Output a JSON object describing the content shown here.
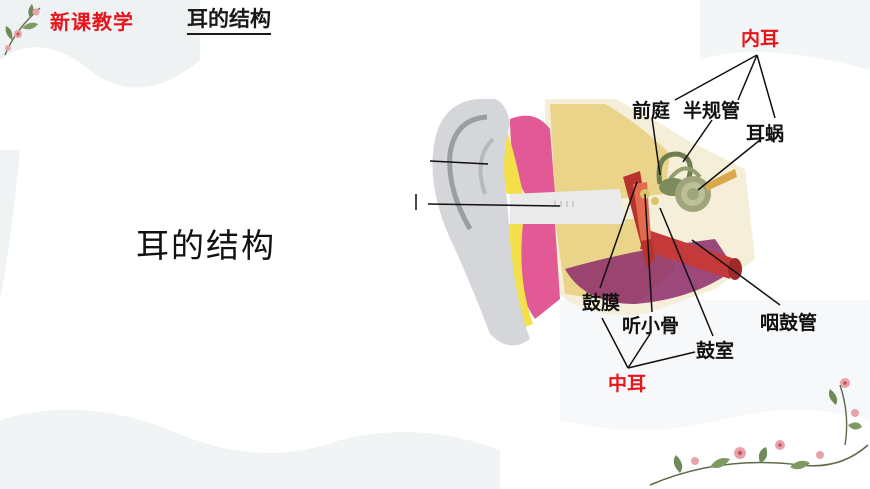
{
  "header": {
    "section_tag": "新课教学",
    "section_title": "耳的结构"
  },
  "main": {
    "title": "耳的结构"
  },
  "diagram": {
    "labels": {
      "inner_ear": "内耳",
      "vestibule": "前庭",
      "semicircular_canals": "半规管",
      "cochlea": "耳蜗",
      "eardrum": "鼓膜",
      "ossicles": "听小骨",
      "tympanic_cavity": "鼓室",
      "eustachian_tube": "咽鼓管",
      "middle_ear": "中耳"
    }
  },
  "colors": {
    "accent_red": "#e8141b",
    "text_dark": "#111111"
  }
}
